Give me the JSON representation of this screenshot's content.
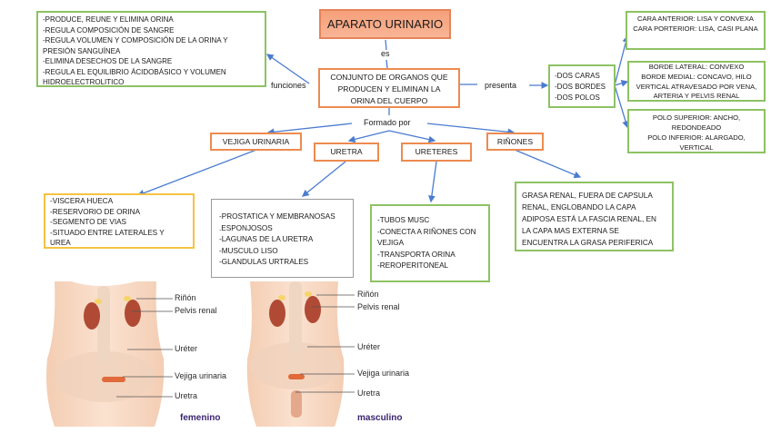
{
  "title": "APARATO URINARIO",
  "connectors": {
    "es": "es",
    "funciones": "funciones",
    "presenta": "presenta",
    "formado_por": "Formado por"
  },
  "definition": [
    "CONJUNTO DE ORGANOS QUE",
    "PRODUCEN Y ELIMINAN LA",
    "ORINA DEL CUERPO"
  ],
  "functions": [
    "-PRODUCE, REUNE Y ELIMINA ORINA",
    "-REGULA COMPOSICIÓN DE SANGRE",
    "-REGULA VOLUMEN Y COMPOSICIÓN DE LA ORINA Y",
    "PRESIÓN SANGUÍNEA",
    "-ELIMINA DESECHOS DE LA SANGRE",
    "-REGULA EL EQUILIBRIO ÁCIDOBÁSICO Y VOLUMEN",
    "HIDROELECTROLITICO"
  ],
  "presents": [
    "-DOS CARAS",
    "-DOS BORDES",
    "-DOS POLOS"
  ],
  "caras": [
    "CARA ANTERIOR: LISA Y CONVEXA",
    "CARA PORTERIOR: LISA, CASI PLANA"
  ],
  "bordes": [
    "BORDE LATERAL: CONVEXO",
    "BORDE MEDIAL: CONCAVO, HILO",
    "VERTICAL ATRAVESADO POR VENA,",
    "ARTERIA Y PELVIS RENAL"
  ],
  "polos": [
    "POLO SUPERIOR: ANCHO,",
    "REDONDEADO",
    "POLO INFERIOR: ALARGADO,",
    "VERTICAL"
  ],
  "organs": {
    "vejiga": "VEJIGA URINARIA",
    "uretra": "URETRA",
    "ureteres": "URETERES",
    "rinones": "RIÑONES"
  },
  "vejiga_details": [
    "-VISCERA HUECA",
    "-RESERVORIO DE ORINA",
    "-SEGMENTO DE VIAS",
    "-SITUADO ENTRE LATERALES Y",
    "UREA"
  ],
  "uretra_details": [
    "-PROSTATICA Y MEMBRANOSAS",
    ".ESPONJOSOS",
    "-LAGUNAS DE LA URETRA",
    "-MUSCULO LISO",
    "-GLANDULAS URTRALES"
  ],
  "ureteres_details": [
    "-TUBOS MUSC",
    "-CONECTA A RIÑONES CON",
    "VEJIGA",
    "-TRANSPORTA ORINA",
    "-REROPERITONEAL"
  ],
  "rinones_details": [
    "GRASA RENAL, FUERA DE CAPSULA",
    "RENAL, ENGLOBANDO LA CAPA",
    "ADIPOSA ESTÁ LA FASCIA RENAL, EN",
    "LA CAPA MAS EXTERNA SE",
    "ENCUENTRA LA GRASA PERIFERICA"
  ],
  "anatomy": {
    "labels": [
      "Riñón",
      "Pelvis renal",
      "Uréter",
      "Vejiga urinaria",
      "Uretra"
    ],
    "female": "femenino",
    "male": "masculino"
  },
  "colors": {
    "title_fill": "#f7a882",
    "orange_border": "#ed8b4f",
    "green_border": "#8dc263",
    "yellow_border": "#f6c244",
    "arrow": "#4a7bd0"
  }
}
